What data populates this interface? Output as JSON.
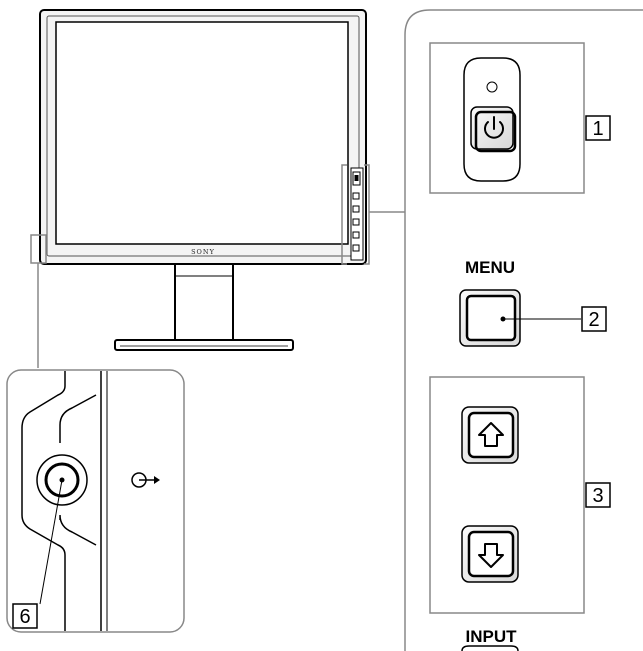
{
  "monitor": {
    "brand": "SONY"
  },
  "controls": {
    "menu_label": "MENU",
    "input_label": "INPUT",
    "callout_1": "1",
    "callout_2": "2",
    "callout_3": "3",
    "callout_6": "6"
  },
  "icons": {
    "power": "power-icon",
    "up": "up-arrow-icon",
    "down": "down-arrow-icon",
    "headphone": "headphone-output-icon"
  }
}
